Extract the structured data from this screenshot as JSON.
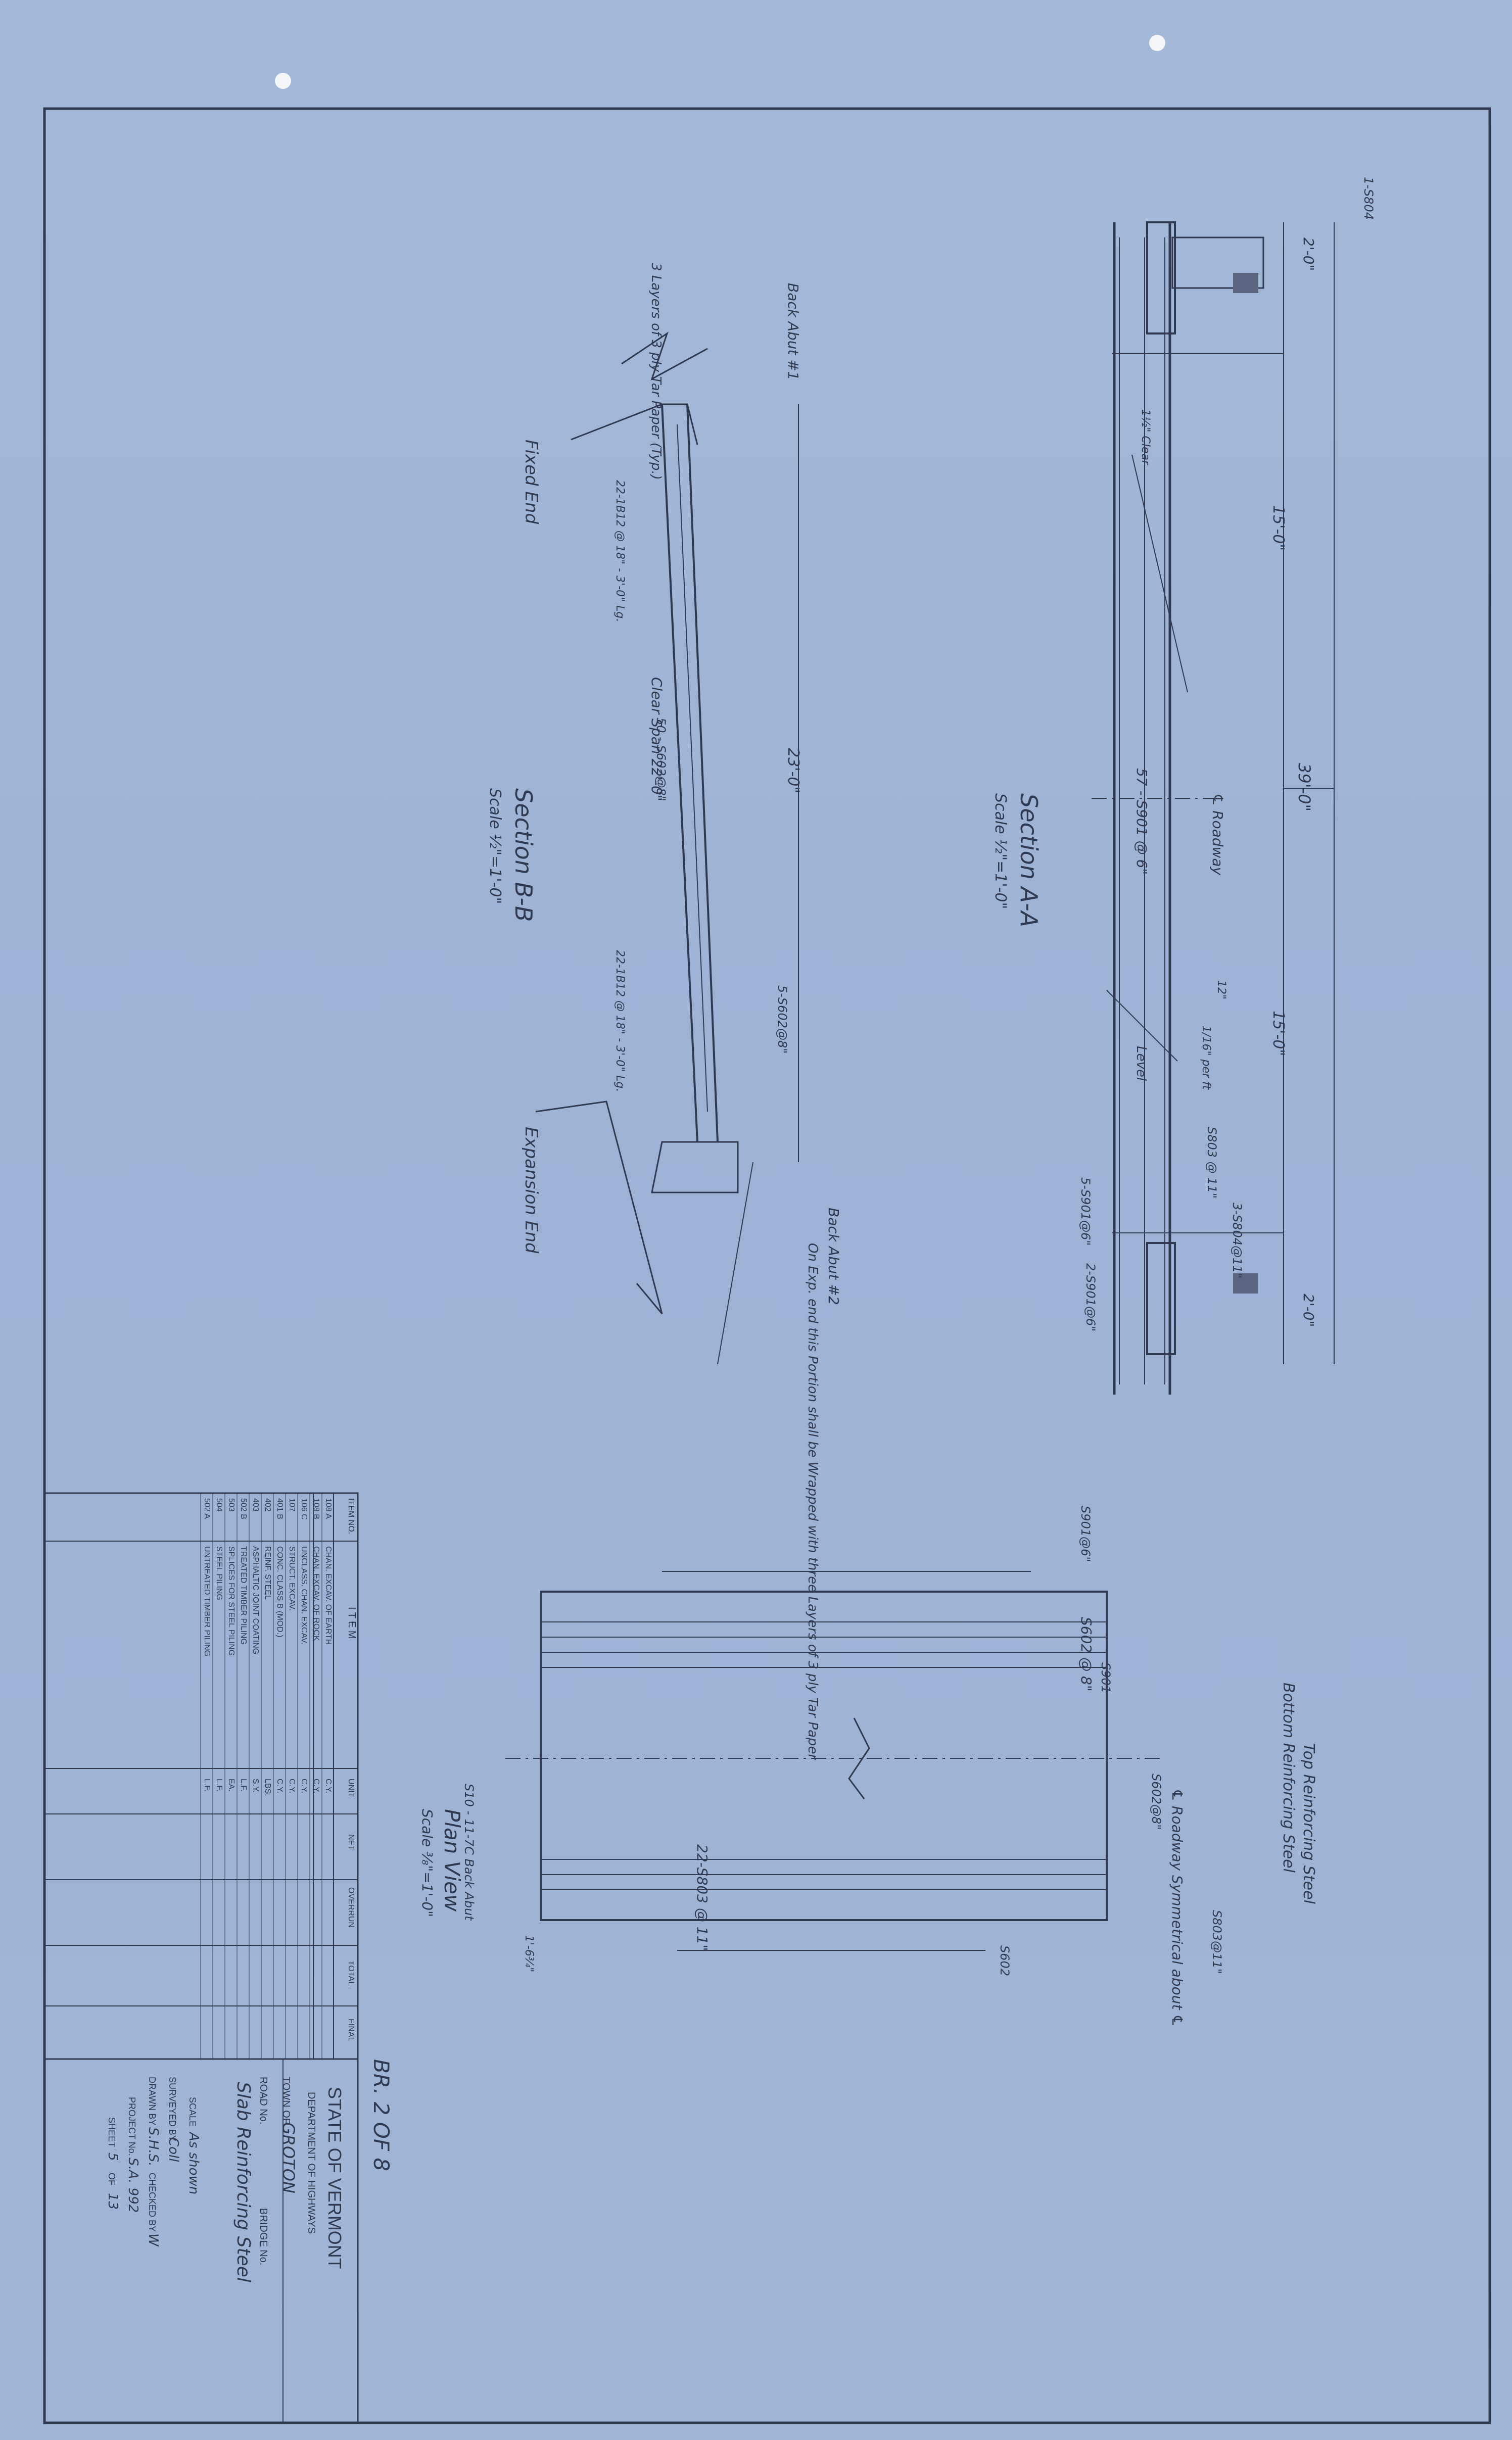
{
  "sheet": {
    "rotated_labels": {
      "section_aa_title": "Section A-A",
      "section_aa_scale": "Scale ½\"=1'-0\"",
      "section_bb_title": "Section B-B",
      "section_bb_scale": "Scale ½\"=1'-0\"",
      "plan_title": "Plan View",
      "plan_scale": "Scale ⅜\"=1'-0\"",
      "fixed_end": "Fixed End",
      "expansion_end": "Expansion End",
      "bottom_reinf": "Bottom Reinforcing Steel",
      "top_reinf": "Top Reinforcing Steel",
      "roadway_sym": "℄ Roadway Symmetrical about ℄",
      "roadway": "℄ Roadway",
      "back_abut_1": "Back Abut #1",
      "back_abut_2": "Back Abut #2",
      "tar_paper": "3 Layers of 3 ply Tar Paper (Typ.)",
      "exp_note": "On Exp. end this Portion shall be Wrapped with three Layers of 3 ply Tar Paper",
      "dim_39": "39'-0\"",
      "dim_15a": "15'-0\"",
      "dim_15b": "15'-0\"",
      "dim_2a": "2'-0\"",
      "dim_2b": "2'-0\"",
      "dim_23": "23'-0\"",
      "clear_span": "Clear Span 22'-0\"",
      "bar_57": "57 - S901 @ 6\"",
      "bar_s602_8": "S602 @ 8\"",
      "bar_s803_11": "22-S803 @ 11\"",
      "bar_s901_6": "S901@6\"",
      "bar_s602_8_a": "50 - S602@8\"",
      "bar_s602": "S602",
      "bar_s901": "S901",
      "bar_s804": "1-S804",
      "bar_5s602": "5-S602@8\"",
      "bar_22_1b": "22-1B12 @ 18\" - 3'-0\" Lg.",
      "bar_22_1b_b": "22-1B12 @ 18\" - 3'-0\" Lg.",
      "level": "Level",
      "clear_15": "1½\" Clear",
      "plus_10": "1/16\" per ft",
      "twelve": "12\"",
      "s803_11": "S803 @ 11\"",
      "s803_11b": "3-S804@11\"",
      "s901_6a": "5-S901@6\"",
      "s901_6b": "2-S901@6\"",
      "s802_8": "S602@8\"",
      "back_abut_ps": "S10 - 11-7C Back Abut",
      "s803_11c": "S803@11\"",
      "dim_164": "1'-6¾\""
    },
    "table": {
      "headers": [
        "ITEM NO.",
        "I T E M",
        "UNIT",
        "NET",
        "OVERRUN",
        "TOTAL",
        "FINAL"
      ],
      "rows": [
        {
          "no": "108 A",
          "item": "CHAN. EXCAV. OF EARTH",
          "unit": "C.Y."
        },
        {
          "no": "108 B",
          "item": "CHAN. EXCAV. OF ROCK",
          "unit": "C.Y."
        },
        {
          "no": "106 C",
          "item": "UNCLASS. CHAN. EXCAV.",
          "unit": "C.Y."
        },
        {
          "no": "107",
          "item": "STRUCT. EXCAV.",
          "unit": "C.Y."
        },
        {
          "no": "401 B",
          "item": "CONC. CLASS B (MOD.)",
          "unit": "C.Y."
        },
        {
          "no": "402",
          "item": "REINF. STEEL",
          "unit": "LBS."
        },
        {
          "no": "403",
          "item": "ASPHALTIC JOINT COATING",
          "unit": "S.Y."
        },
        {
          "no": "502 B",
          "item": "TREATED TIMBER PILING",
          "unit": "L.F."
        },
        {
          "no": "503",
          "item": "SPLICES FOR STEEL PILING",
          "unit": "EA."
        },
        {
          "no": "504",
          "item": "STEEL PILING",
          "unit": "L.F."
        },
        {
          "no": "502 A",
          "item": "UNTREATED TIMBER PILING",
          "unit": "L.F."
        }
      ]
    },
    "title_block": {
      "bridge_no": "BR. 2 OF 8",
      "state": "STATE OF VERMONT",
      "dept": "DEPARTMENT OF HIGHWAYS",
      "town_label": "TOWN OF",
      "town": "GROTON",
      "road_label": "ROAD No.",
      "bridge_label": "BRIDGE No.",
      "drawing_title": "Slab Reinforcing Steel",
      "scale_label": "SCALE",
      "scale": "As shown",
      "surveyed_label": "SURVEYED BY",
      "surveyed": "Coll",
      "drawn_label": "DRAWN BY",
      "drawn": "S.H.S.",
      "checked_label": "CHECKED BY",
      "checked": "W",
      "project_label": "PROJECT No.",
      "project": "S.A. 992",
      "sheet_label": "SHEET",
      "sheet": "5",
      "of_label": "OF",
      "of": "13"
    }
  }
}
